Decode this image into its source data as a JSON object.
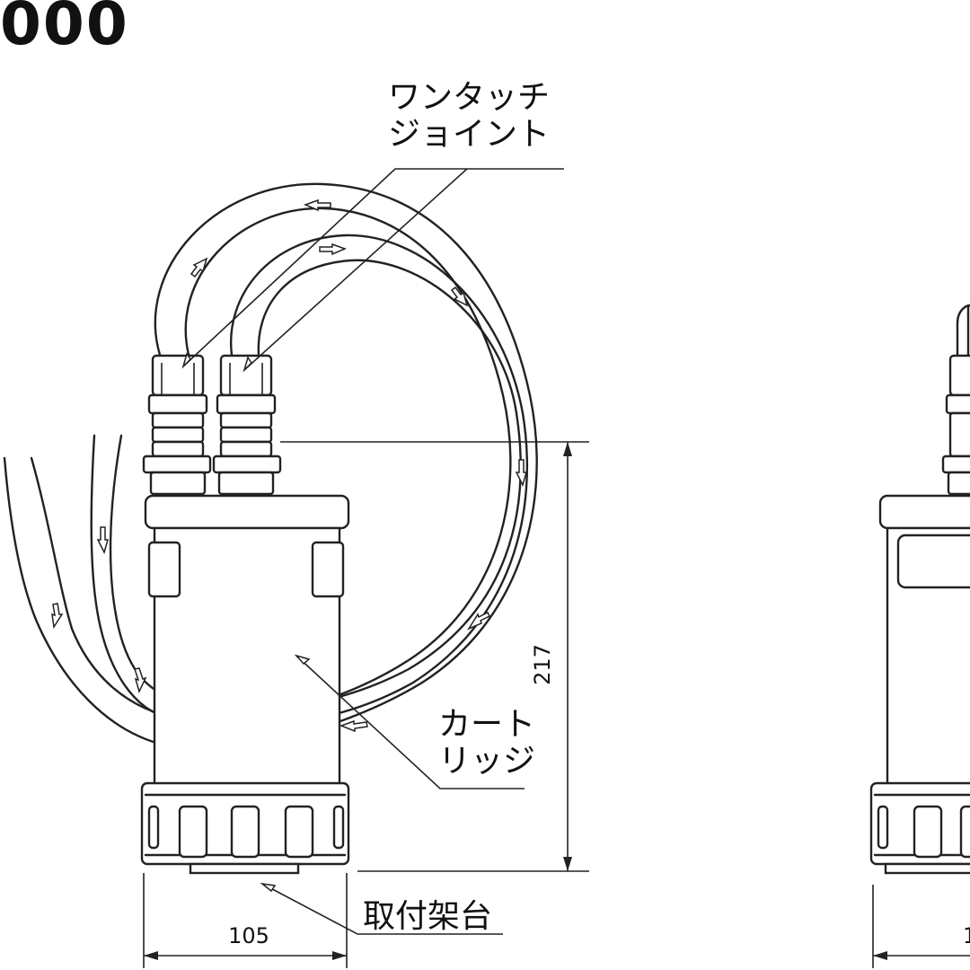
{
  "title": "000",
  "labels": {
    "joint_line1": "ワンタッチ",
    "joint_line2": "ジョイント",
    "cartridge_line1": "カート",
    "cartridge_line2": "リッジ",
    "mount": "取付架台"
  },
  "dimensions": {
    "height": "217",
    "width": "105",
    "right_width_partial": "1"
  }
}
